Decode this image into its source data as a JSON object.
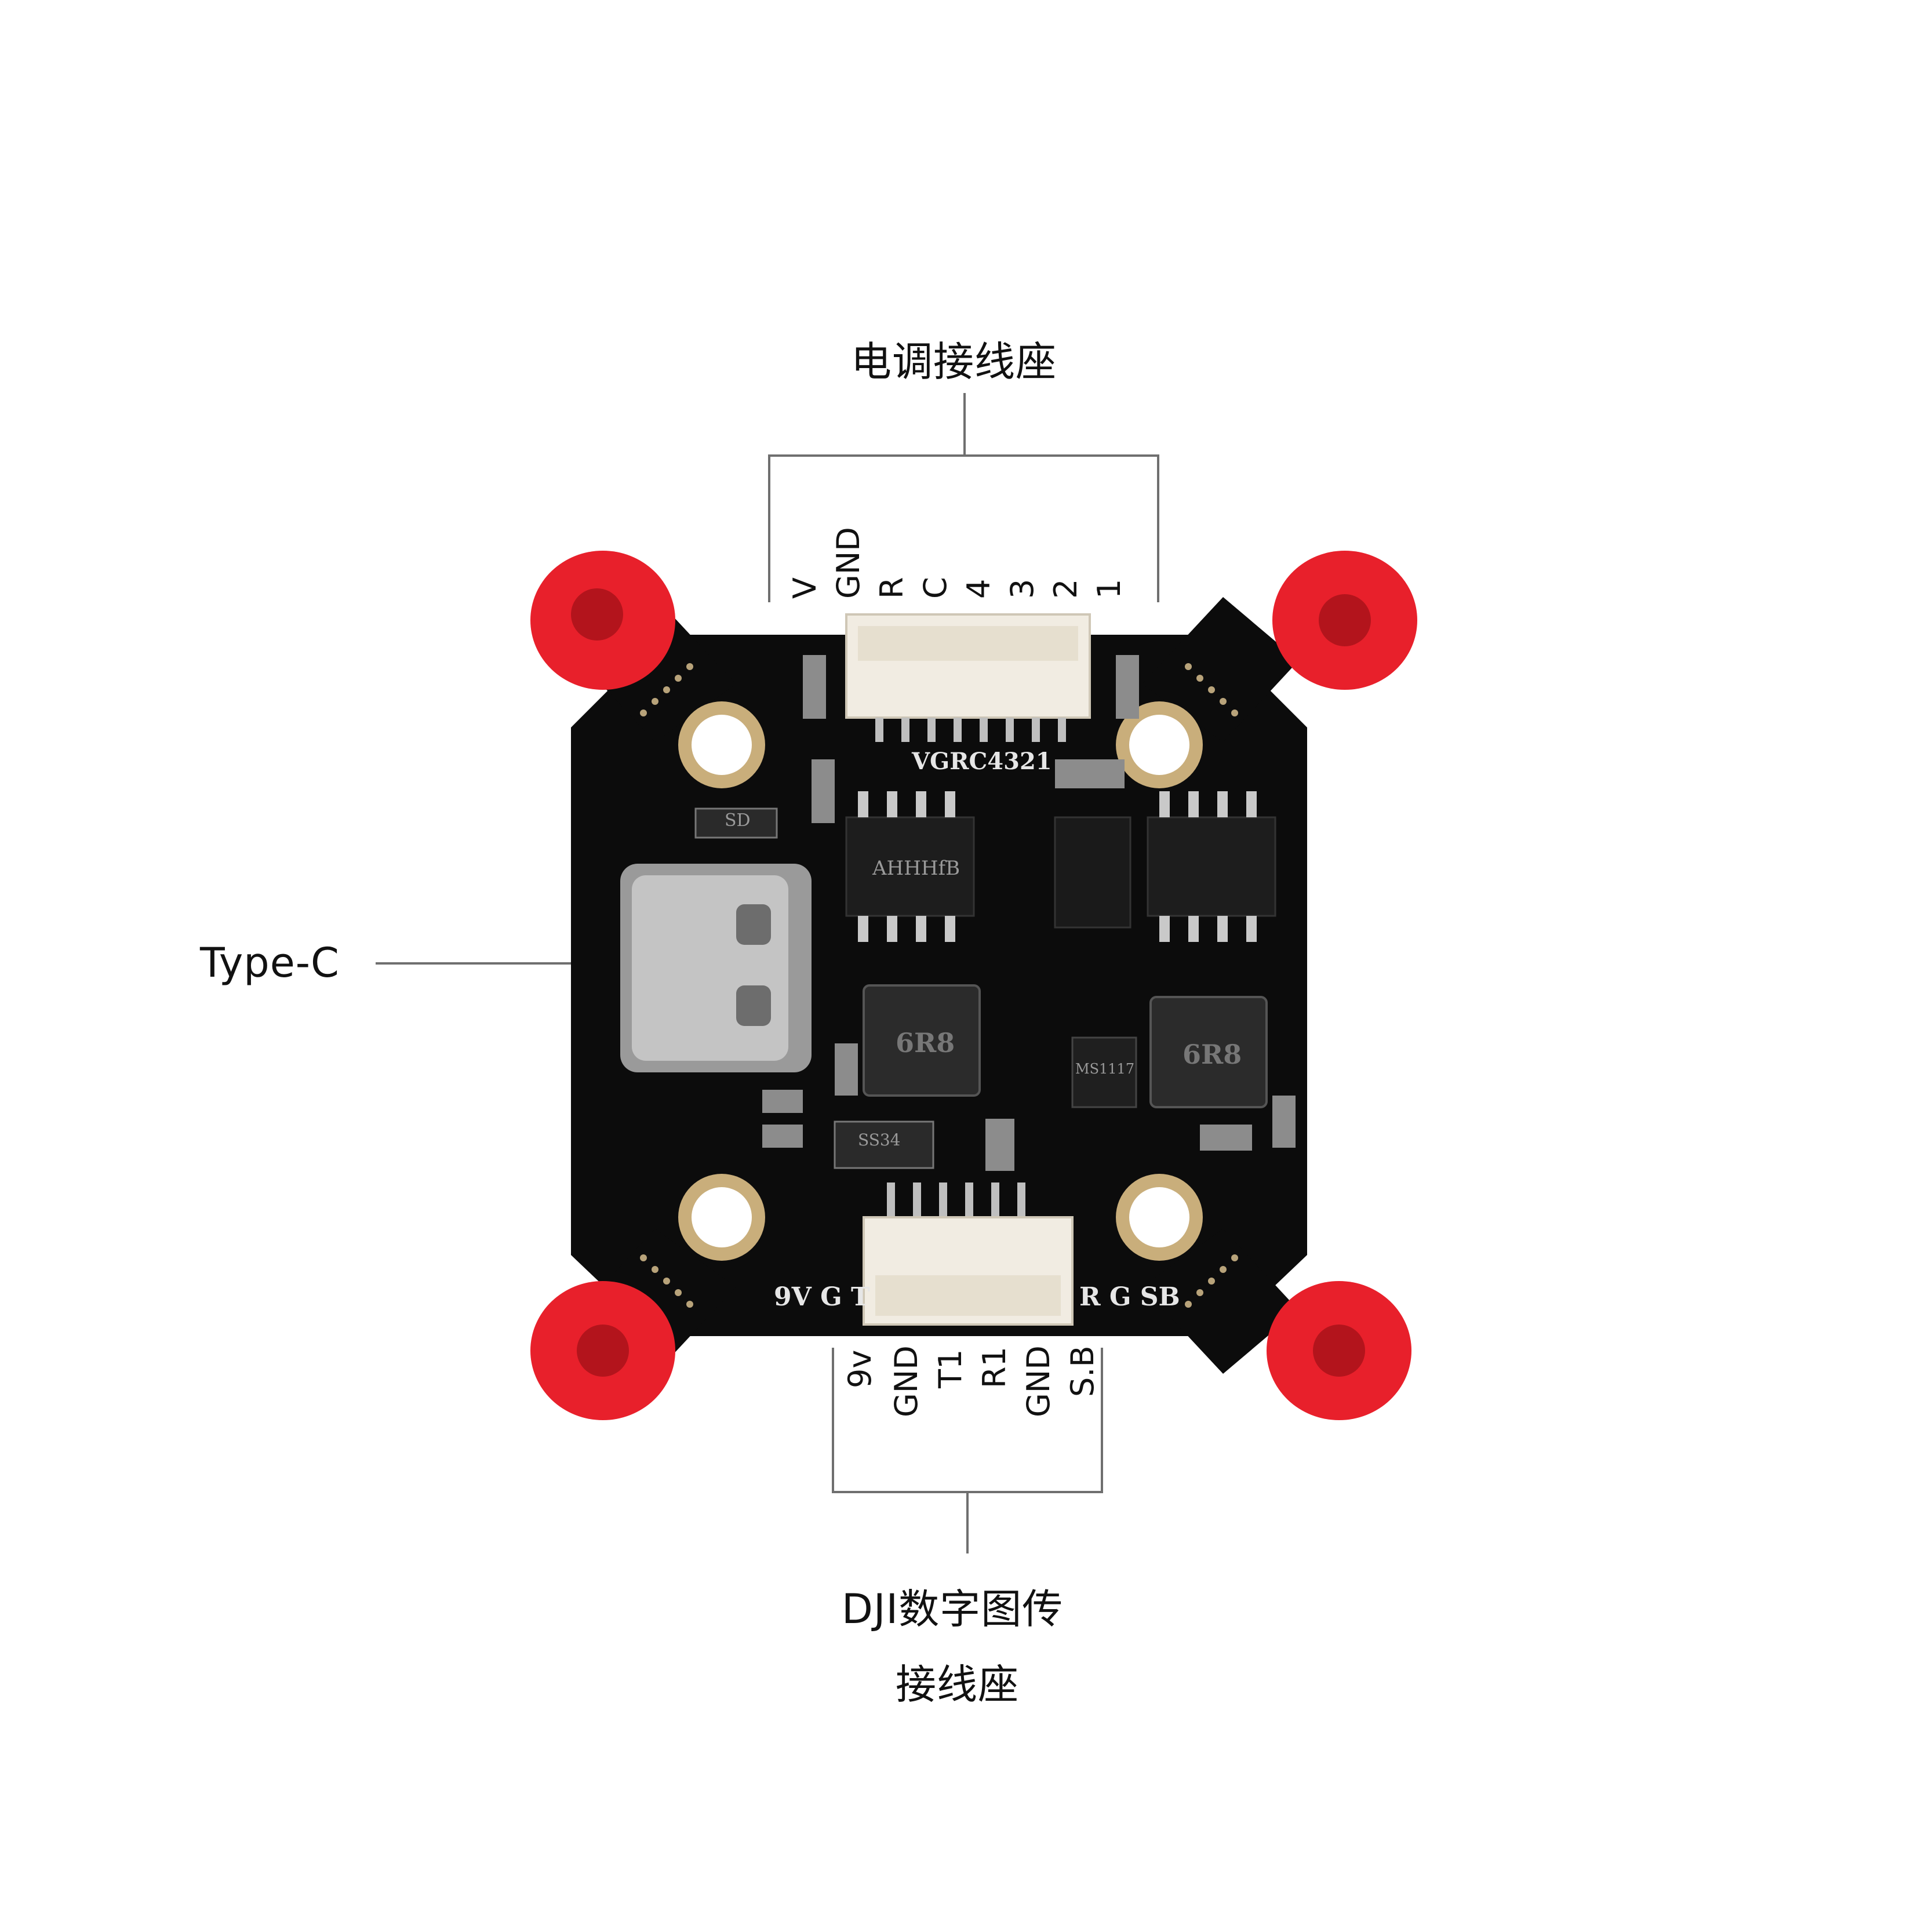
{
  "callouts": {
    "esc_connector": "电调接线座",
    "type_c": "Type-C",
    "dji_line1": "DJI数字图传",
    "dji_line2": "接线座"
  },
  "esc_pins": [
    "V",
    "GND",
    "R",
    "C",
    "4",
    "3",
    "2",
    "1"
  ],
  "dji_pins": [
    "9v",
    "GND",
    "T1",
    "R1",
    "GND",
    "S.B"
  ],
  "board": {
    "model": "VGRC4321",
    "chip_marks": [
      "AHHHfB",
      "SD",
      "6R8",
      "6R8",
      "SS34",
      "MS1117"
    ],
    "bottom_left_silk": "9V G T",
    "bottom_right_silk": "R G SB"
  },
  "colors": {
    "pcb": "#0c0c0c",
    "grommet": "#e8202b",
    "connector": "#f1ece2",
    "leader": "#6f6f6f"
  }
}
